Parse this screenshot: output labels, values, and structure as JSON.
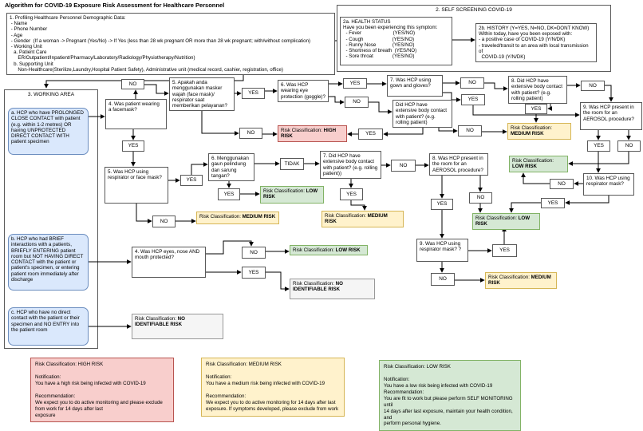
{
  "title": "Algorithm for COVID-19 Exposure Risk Assessment for Healthcare Personnel",
  "colors": {
    "high_risk": "#f8cecc",
    "medium_risk": "#fff2cc",
    "low_risk": "#d5e8d4",
    "no_risk": "#f5f5f5",
    "category_blue": "#dae8fc"
  },
  "profiling": {
    "text": "1. Profiling Healthcare Personnel Demographic Data:\n - Name\n - Phone Number\n - Age\n - Gender  (If a woman -> Pregnant (Yes/No) -> If Yes (less than 28 wk pregnant OR more than 28 wk pregnant; with/without complication)\n - Working Unit\n   a. Patient Care\n      ER/Outpatient/Inpatient/Pharmacy/Laboratory/Radiology/Physiotherapy/Nutrition)\n   b. Supporting Unit\n      Non-Healthcare(Sterilize,Laundry,Hospital Patient Safety), Administrative unit (medical record, cashier, registration, office)"
  },
  "self_screening": {
    "title": "2. SELF SCREENING COVID-19",
    "health_status": "2a. HEALTH STATUS\nHave you been experiencing this symptom:\n  - Fever                       (YES/NO)\n  - Cough                     (YES/NO)\n  - Runny Nose            (YES/NO)\n  - Shortness of breath  (YES/NO)\n  - Sore throat              (YES/NO)",
    "history": "2b. HISTORY (Y=YES, N=NO, DK=DONT KNOW)\nWithin today, have you been exposed with:\n- a positive case of COVID-19 (Y/N/DK)\n- traveled/transit to an area with local transmission of\n  COVID-19 (Y/N/DK)"
  },
  "working_area": {
    "title": "3. WORKING AREA",
    "a": "a. HCP who have PROLONGED CLOSE CONTACT with patient (e.g. within 1-2 metres) OR having UNPROTECTED DIRECT CONTACT WITH patient specimen",
    "b": "b. HCP who had BRIEF interactions with a patients, BRIEFLY ENTERING patient room but NOT HAVING DIRECT CONTACT with the patient or patient's specimen, or entering patient room immediately after discharge",
    "c": "c. HCP who have no direct contact with the patient or their specimen and NO ENTRY into the patient room"
  },
  "questions": {
    "q4_patient_mask": "4. Was patient wearing a facemask?",
    "q5_apakah": "5. Apakah anda menggunakan masker wajah (face mask)/ respirator saat memberikan pelayanan?",
    "q6_eye": "6. Was HCP wearing eye protection (goggle)?",
    "q7_gown": "7. Was HCP using gown and gloves?",
    "q_ext_eye": "Did HCP have extensive body contact with patient? (e.g. rolling patient)",
    "q8_ext": "8. Did HCP have extensive body contact with patient? (e.g. rolling patient)",
    "q9_aerosol": "9. Was HCP present in the room for an AEROSOL procedure?",
    "q10_resp": "10. Was HCP using respirator mask?",
    "q5_resp": "5. Was HCP using respirator or face mask?",
    "q6_gaun": "6. Menggunakan gaun pelindung dan sarung tangan?",
    "q7_ext2": "7. Did HCP have extensive body contact with patient? (e.g. rolling patient))",
    "q8_aerosol2": "8. Was HCP present in the room for an AEROSOL procedure?",
    "q9_resp2": "9. Was HCP using respirator mask? ?",
    "q4_eyes_nose": "4. Was HCP eyes, nose AND mouth protected?"
  },
  "labels": {
    "yes": "YES",
    "no": "NO",
    "tidak": "TIDAK"
  },
  "risk": {
    "prefix": "Risk Classification: ",
    "high": "HIGH RISK",
    "medium": "MEDIUM RISK",
    "low": "LOW RISK",
    "none": "NO IDENTIFIABLE RISK"
  },
  "summaries": {
    "high": "Risk Classification: HIGH RISK\n\nNotification:\nYou have a high risk being infected with COVID-19\n\nRecommendation:\nWe expect you to do active monitoring and please exclude from work for 14 days after last\nexposure",
    "medium": "Risk Classification: MEDIUM RISK\n\nNotification:\nYou have a medium risk being infected with COVID-19\n\nRecommendation:\nWe expect you to do active monitoring for 14 days after last\nexposure. If symptoms developed, please exclude from work",
    "low": "Risk Classification: LOW RISK\n\nNotification:\nYou have a low risk being infected with COVID-19\nRecommendation:\nYou are fit to work but please perform SELF MONITORING until\n14 days after last exposure, maintain your health condition, and\nperform personal hygiene."
  }
}
